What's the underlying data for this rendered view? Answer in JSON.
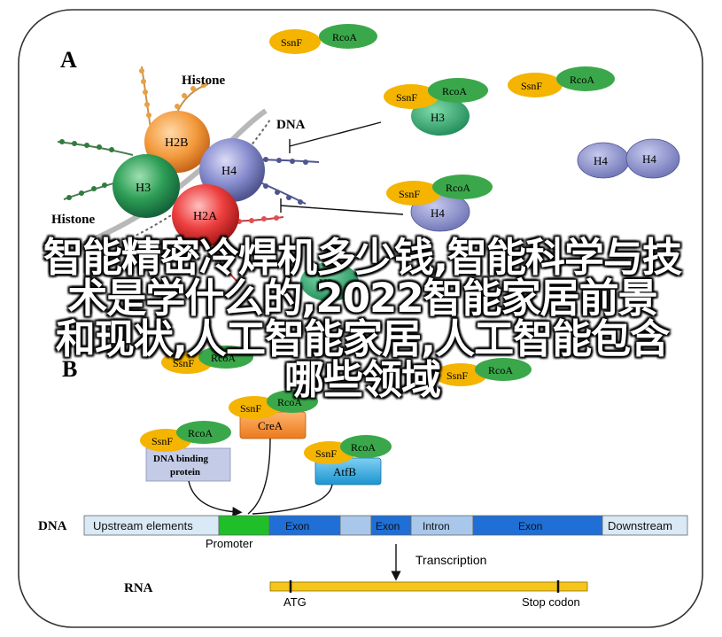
{
  "panels": {
    "a_label": "A",
    "b_label": "B"
  },
  "nucleosome": {
    "histone_top": "Histone",
    "histone_left": "Histone",
    "dna": "DNA",
    "h2b": "H2B",
    "h3": "H3",
    "h4": "H4",
    "h2a": "H2A",
    "h3_bottom": "H3"
  },
  "complexes": {
    "ssnf": "SsnF",
    "rcoa": "RcoA",
    "h3": "H3",
    "h4": "H4",
    "h4_pair_left": "H4",
    "h4_pair_right": "H4",
    "crea": "CreA",
    "atfb": "AtfB",
    "dna_binding_protein_line1": "DNA binding",
    "dna_binding_protein_line2": "protein"
  },
  "gene": {
    "dna_label": "DNA",
    "upstream": "Upstream elements",
    "exon1": "Exon",
    "exon2": "Exon",
    "intron": "Intron",
    "exon3": "Exon",
    "downstream": "Downstream",
    "promoter": "Promoter",
    "transcription": "Transcription",
    "rna_label": "RNA",
    "atg": "ATG",
    "stop": "Stop codon"
  },
  "overlay": {
    "line1": "智能精密冷焊机多少钱,智能科学与技",
    "line2": "术是学什么的,2022智能家居前景",
    "line3": "和现状,人工智能家居,人工智能包含",
    "line4": "哪些领域"
  },
  "colors": {
    "ssnf": "#f4b400",
    "rcoa": "#3aa84a",
    "h3": "#2e9e6a",
    "h4": "#7a82c0",
    "crea": "#f28a2e",
    "atfb": "#2aa3dd",
    "exon": "#1f6fd6",
    "promoter": "#1fbf2a",
    "rna": "#f6c519"
  }
}
